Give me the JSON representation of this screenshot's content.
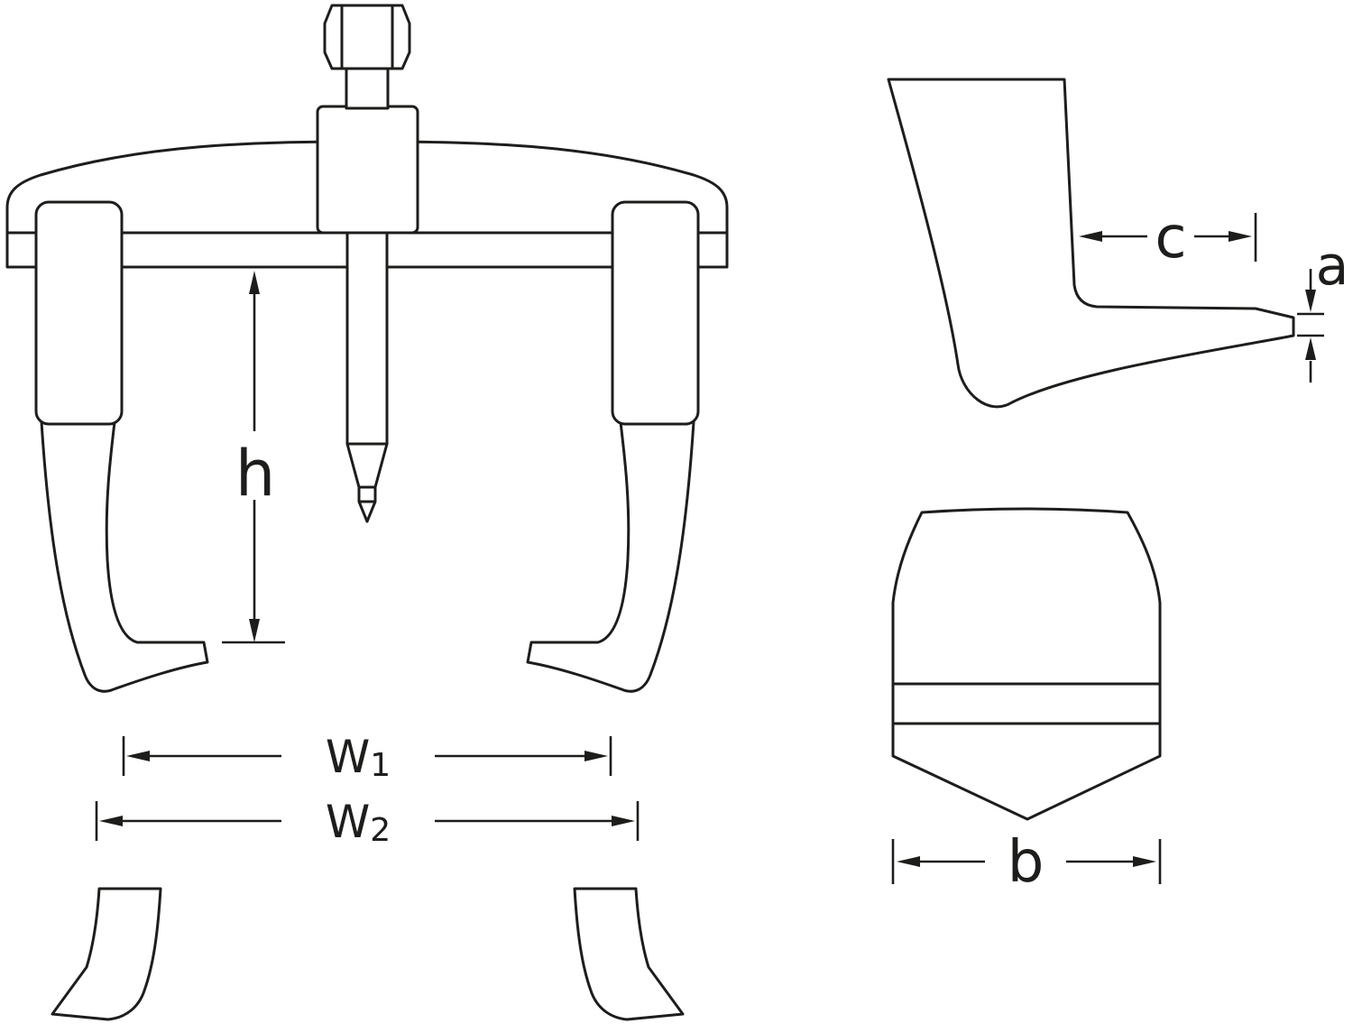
{
  "colors": {
    "line": "#1d1d1b",
    "background": "#ffffff"
  },
  "labels": {
    "h": "h",
    "w1_main": "W",
    "w1_sub": "1",
    "w2_main": "W",
    "w2_sub": "2",
    "a": "a",
    "b": "b",
    "c": "c"
  }
}
